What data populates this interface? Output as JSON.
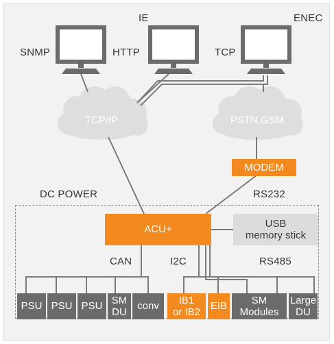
{
  "clients": {
    "snmp": "SNMP",
    "ie": "IE",
    "http": "HTTP",
    "enec": "ENEC",
    "tcp": "TCP"
  },
  "networks": {
    "tcpip": "TCP/IP",
    "pstn": "PSTN,GSM"
  },
  "modem": "MODEM",
  "labels": {
    "dc_power": "DC POWER",
    "rs232": "RS232",
    "can": "CAN",
    "i2c": "I2C",
    "rs485": "RS485"
  },
  "controller": "ACU+",
  "usb": {
    "line1": "USB",
    "line2": "memory stick"
  },
  "modules": {
    "psu1": "PSU",
    "psu2": "PSU",
    "psu3": "PSU",
    "smdu_line1": "SM",
    "smdu_line2": "DU",
    "conv": "conv",
    "ib_line1": "IB1",
    "ib_line2": "or IB2",
    "eib": "EIB",
    "sm_line1": "SM",
    "sm_line2": "Modules",
    "large_line1": "Large",
    "large_line2": "DU"
  },
  "colors": {
    "accent": "#f28a1f",
    "module_gray": "#6b6b6b",
    "cloud": "#dedede",
    "background": "#f2f2f2"
  }
}
